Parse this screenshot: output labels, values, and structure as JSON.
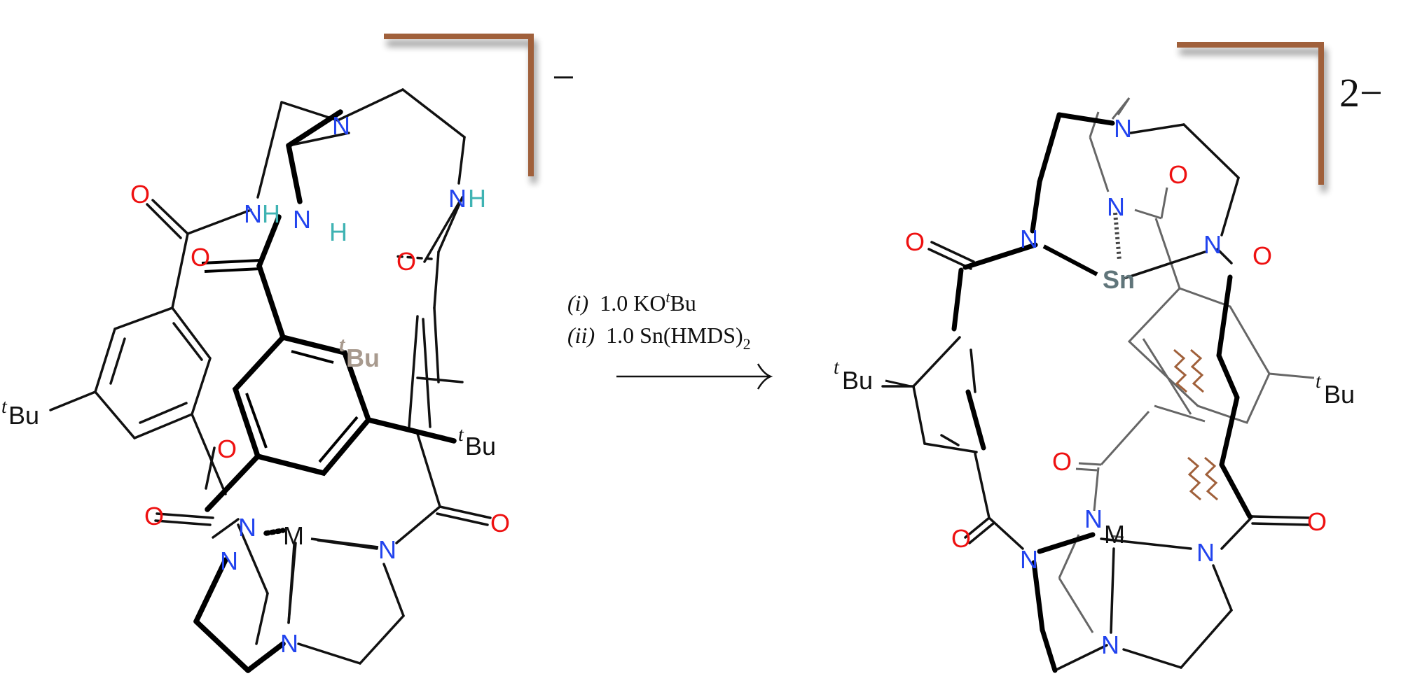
{
  "reactant": {
    "charge": "−",
    "atoms": {
      "O_top_left": "O",
      "NH_left": "N",
      "NH_left_h": "H",
      "N_amine": "N",
      "N_amine_h": "H",
      "O_mid_left": "O",
      "N_top": "N",
      "NH_right": "N",
      "NH_right_h": "H",
      "O_mid_right": "O",
      "O_lower_mid": "O",
      "O_lower_left": "O",
      "O_lower_right": "O",
      "N_lower_left": "N",
      "N_lower_mid": "N",
      "N_lower_right": "N",
      "N_bottom": "N",
      "M": "M"
    },
    "tbu_left": "Bu",
    "tbu_left_t": "t",
    "tbu_right": "Bu",
    "tbu_right_t": "t",
    "tbu_back": "Bu",
    "tbu_back_t": "t"
  },
  "arrow": {
    "step1_num": "(i)",
    "step1_text": "1.0 KO",
    "step1_sup": "t",
    "step1_tail": "Bu",
    "step2_num": "(ii)",
    "step2_text": "1.0 Sn(HMDS)",
    "step2_sub": "2"
  },
  "product": {
    "charge": "2−",
    "atoms": {
      "O_left": "O",
      "N_left": "N",
      "N_top": "N",
      "N_inner": "N",
      "O_inner_top": "O",
      "N_right": "N",
      "O_right": "O",
      "Sn": "Sn",
      "O_lower_inner": "O",
      "N_lower_inner": "N",
      "O_lower_left": "O",
      "N_lower_left": "N",
      "N_lower_right": "N",
      "O_lower_right": "O",
      "N_bottom": "N",
      "M": "M"
    },
    "tbu_left": "Bu",
    "tbu_left_t": "t",
    "tbu_right": "Bu",
    "tbu_right_t": "t"
  },
  "colors": {
    "oxygen": "#ee1111",
    "nitrogen": "#2244ee",
    "hydrogen": "#3fb3b3",
    "tin": "#60757a",
    "bracket": "#a0603a",
    "steric": "#a0603a"
  }
}
